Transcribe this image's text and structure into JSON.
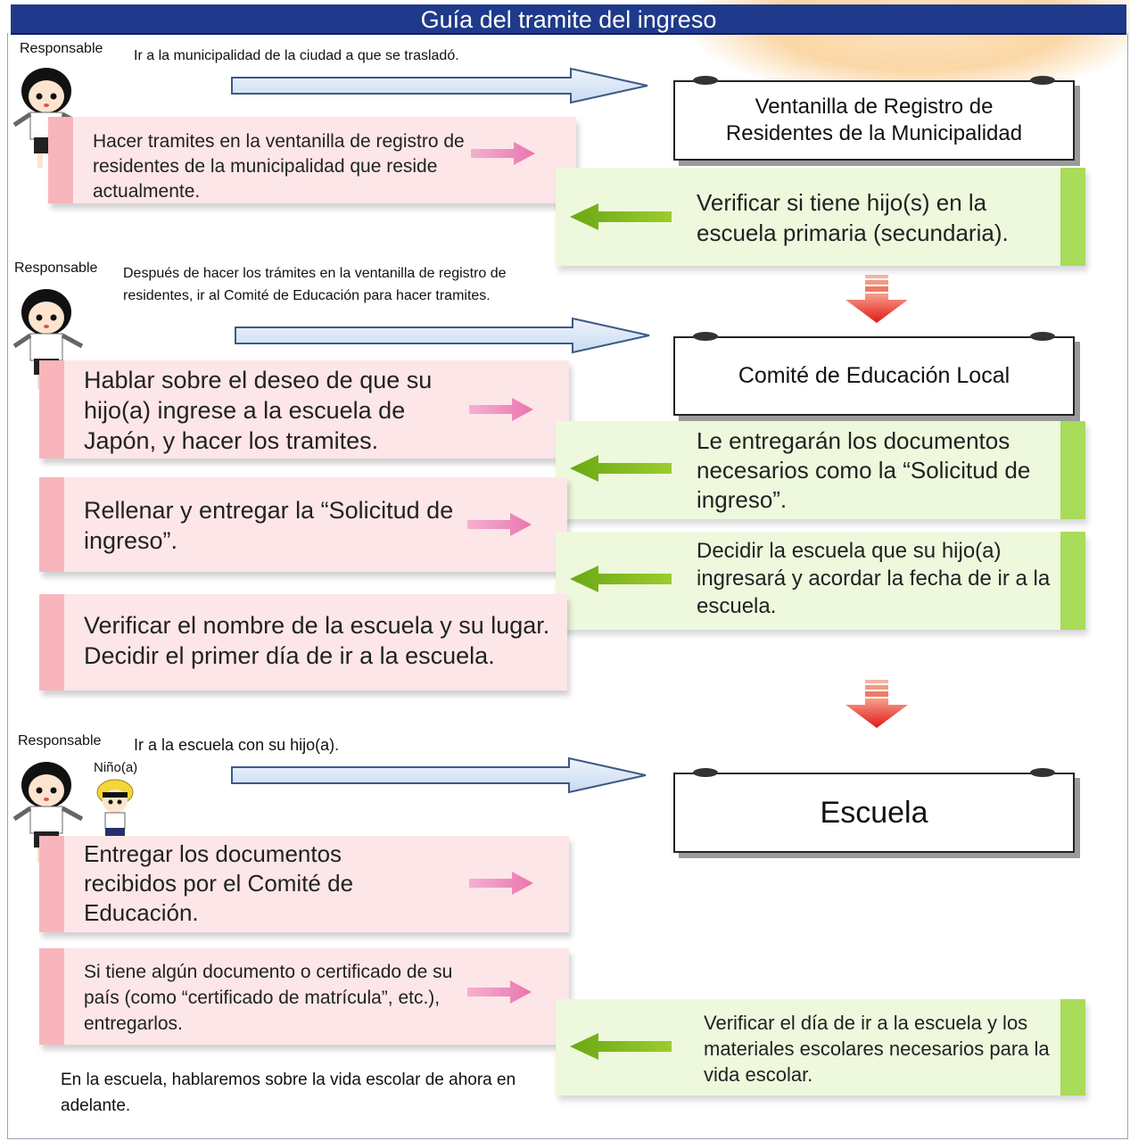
{
  "header": {
    "title": "Guía del tramite del ingreso"
  },
  "sections": [
    {
      "responsible_label": "Responsable",
      "instruction": "Ir a la municipalidad de la ciudad a que se trasladó.",
      "office": "Ventanilla de Registro de Residentes de la Municipalidad",
      "steps": [
        "Hacer tramites en la ventanilla de registro de residentes de la municipalidad que reside actualmente."
      ],
      "responses": [
        "Verificar si tiene hijo(s) en la escuela primaria (secundaria)."
      ]
    },
    {
      "responsible_label": "Responsable",
      "instruction": "Después de hacer los trámites en la ventanilla de registro de residentes, ir al Comité de Educación para hacer tramites.",
      "office": "Comité de Educación Local",
      "steps": [
        "Hablar sobre el deseo de que su hijo(a) ingrese a la escuela de Japón, y hacer los tramites.",
        "Rellenar y entregar la “Solicitud de ingreso”.",
        "Verificar el nombre de la escuela y su lugar. Decidir el primer día de ir a la escuela."
      ],
      "responses": [
        "Le entregarán los documentos necesarios como la “Solicitud de ingreso”.",
        "Decidir la escuela que su hijo(a) ingresará y acordar la fecha de ir a la escuela."
      ]
    },
    {
      "responsible_label": "Responsable",
      "child_label": "Niño(a)",
      "instruction": "Ir a la escuela con su hijo(a).",
      "office": "Escuela",
      "steps": [
        "Entregar los documentos recibidos por el Comité de Educación.",
        "Si tiene algún documento o certificado de su país (como “certificado de matrícula”, etc.), entregarlos."
      ],
      "responses": [
        "Verificar el día de ir a la escuela y los materiales escolares necesarios para la vida escolar."
      ]
    }
  ],
  "footer_note": "En la escuela, hablaremos sobre la vida escolar de ahora en adelante.",
  "colors": {
    "header_bg": "#1f3a8a",
    "pink_note": "#fde6e8",
    "green_note": "#eef8dd",
    "down_arrow": "#e02020",
    "big_arrow": "#dce8f7"
  }
}
